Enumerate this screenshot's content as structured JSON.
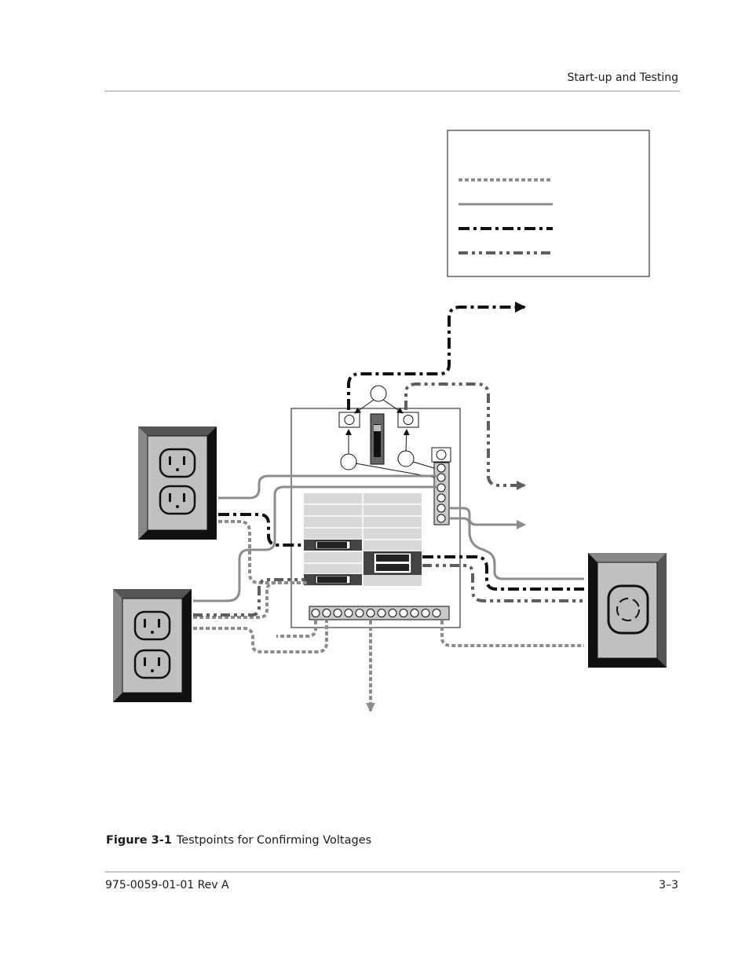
{
  "header": {
    "section_title": "Start-up and Testing"
  },
  "figure": {
    "label": "Figure 3-1",
    "title": "Testpoints for Confirming Voltages"
  },
  "footer": {
    "doc_number": "975-0059-01-01 Rev A",
    "page_number": "3–3"
  },
  "colors": {
    "line_dark": "#111111",
    "line_gray": "#8c8c8c",
    "line_mid": "#5e5e5e",
    "panel_fill": "#d0d0d0",
    "outlet_face": "#b8b8b8",
    "rule": "#c8c8c8"
  }
}
